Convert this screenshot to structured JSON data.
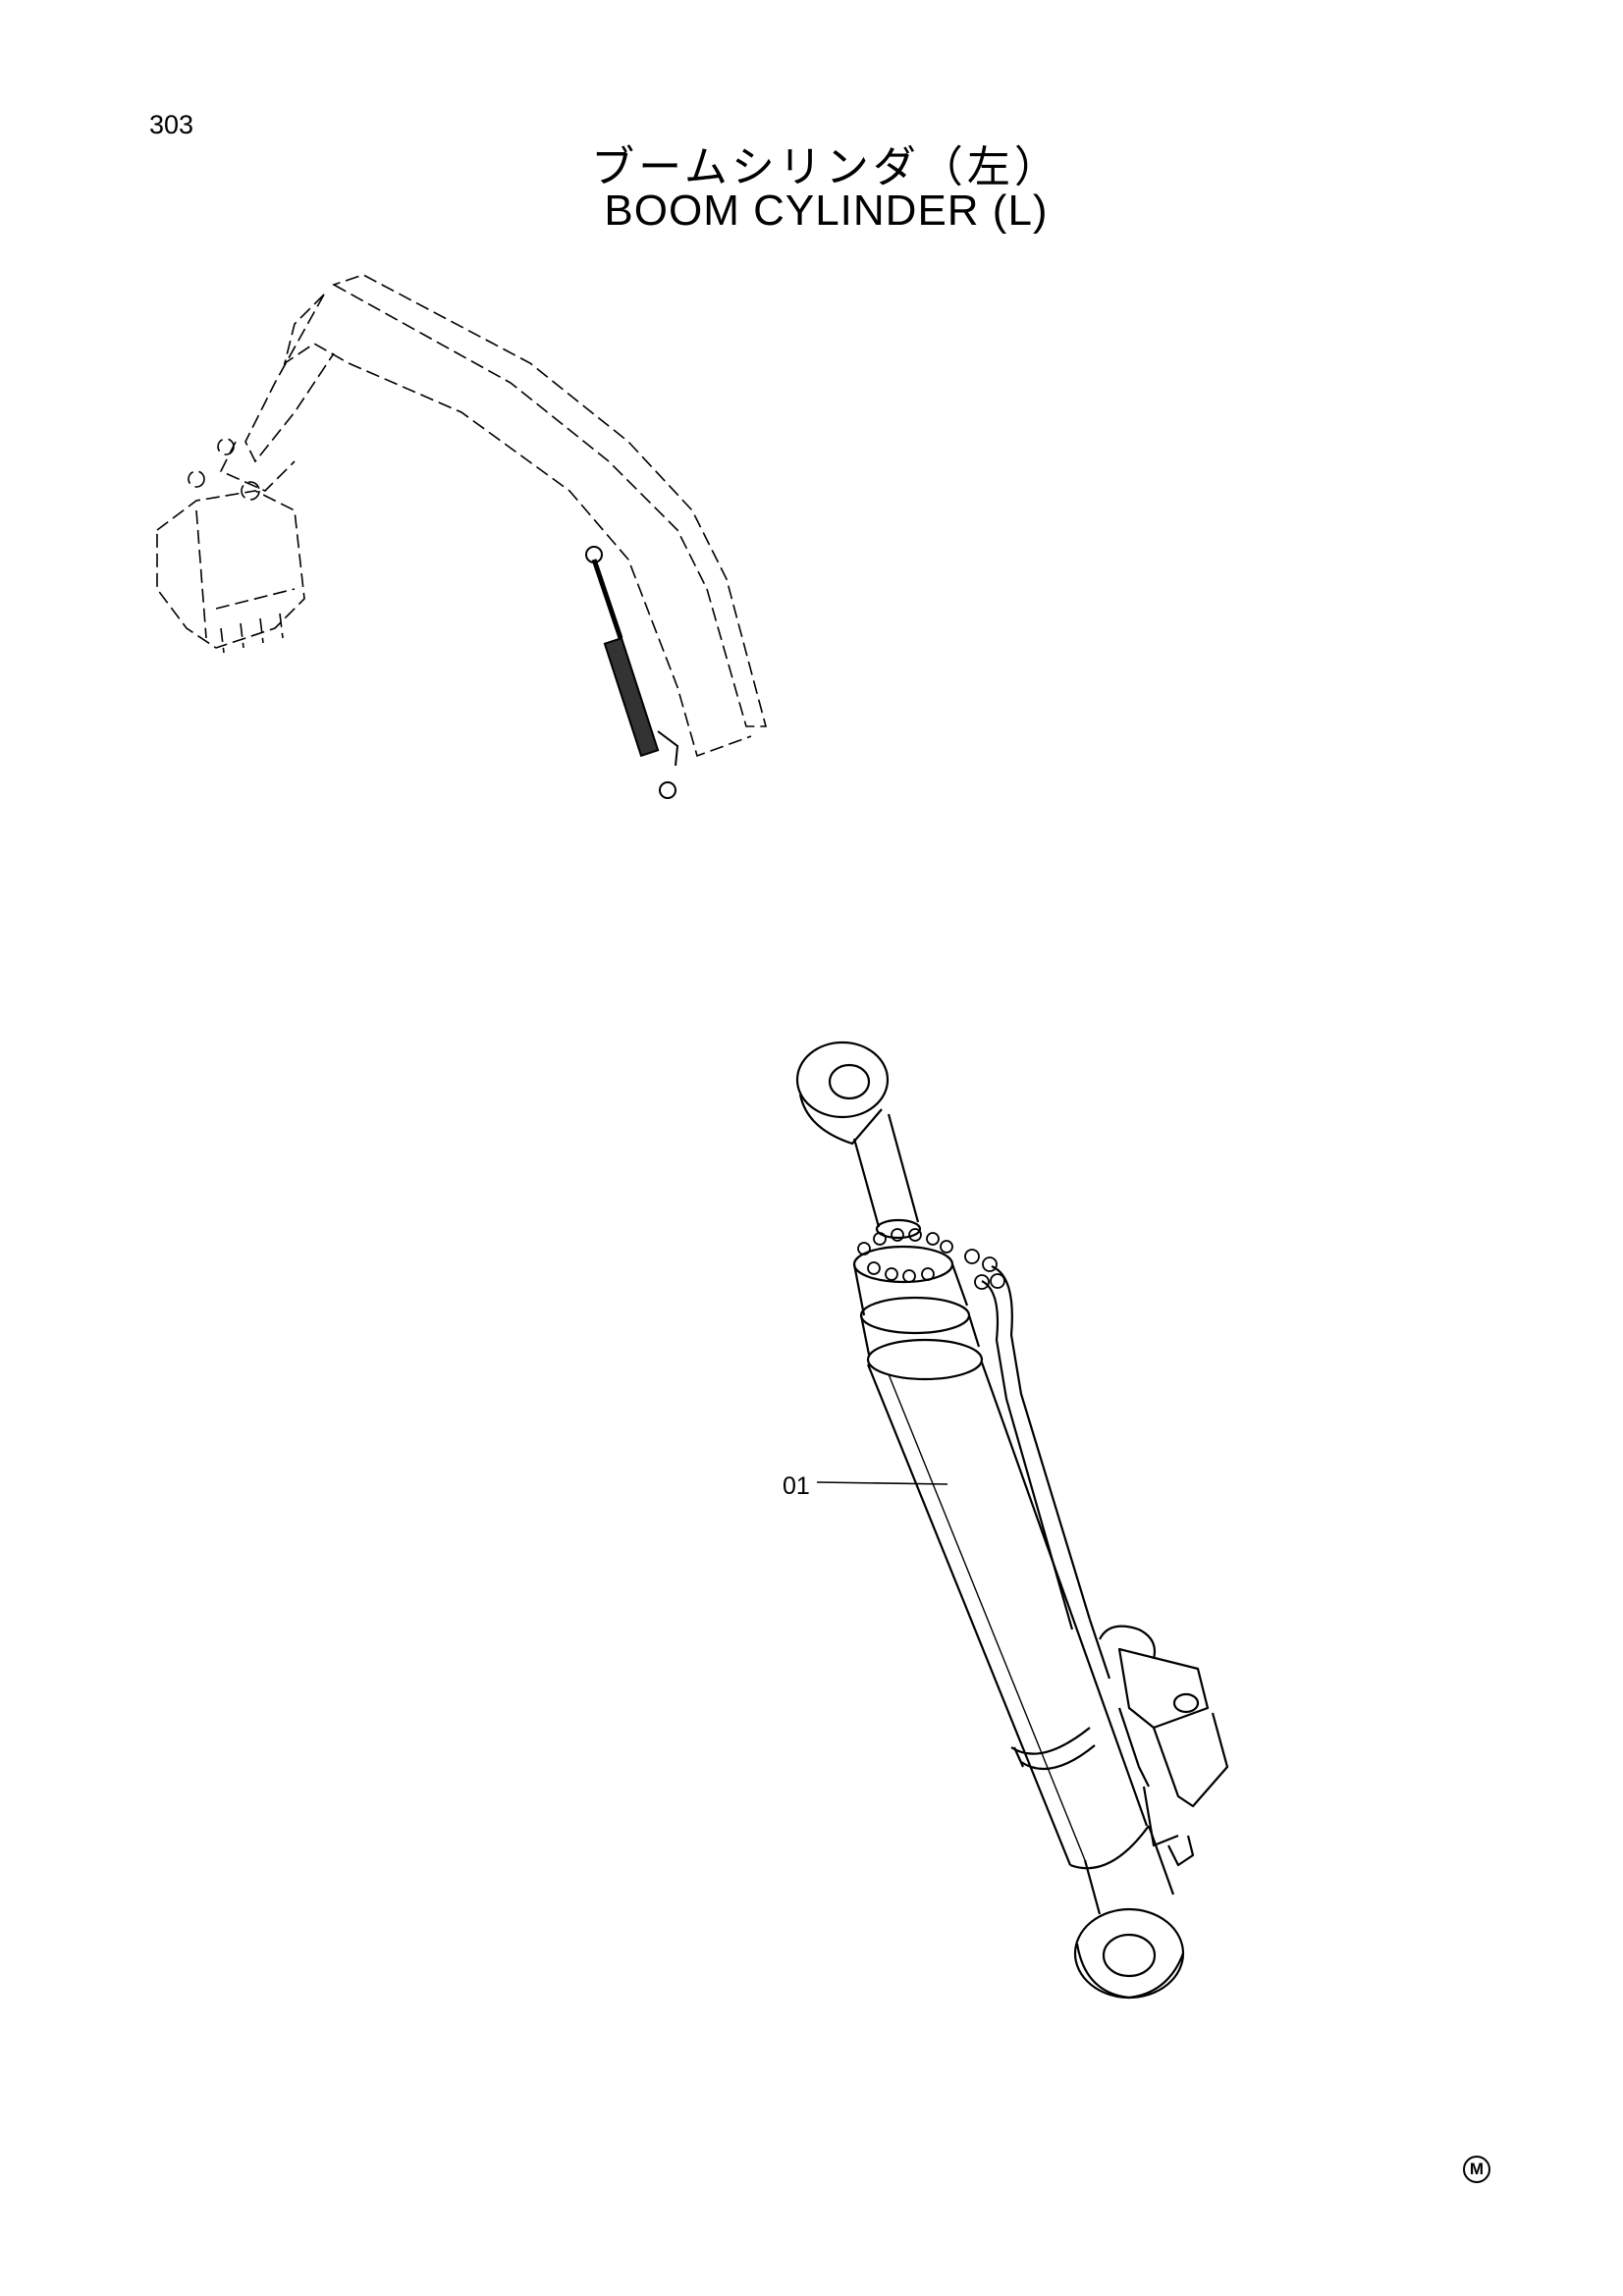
{
  "page": {
    "number": "303",
    "title_jp": "ブームシリンダ（左）",
    "title_en": "BOOM CYLINDER (L)"
  },
  "callouts": [
    {
      "label": "01",
      "part": "boom-cylinder-left"
    }
  ],
  "mark": {
    "text": "M"
  },
  "colors": {
    "line": "#000000",
    "background": "#ffffff"
  }
}
